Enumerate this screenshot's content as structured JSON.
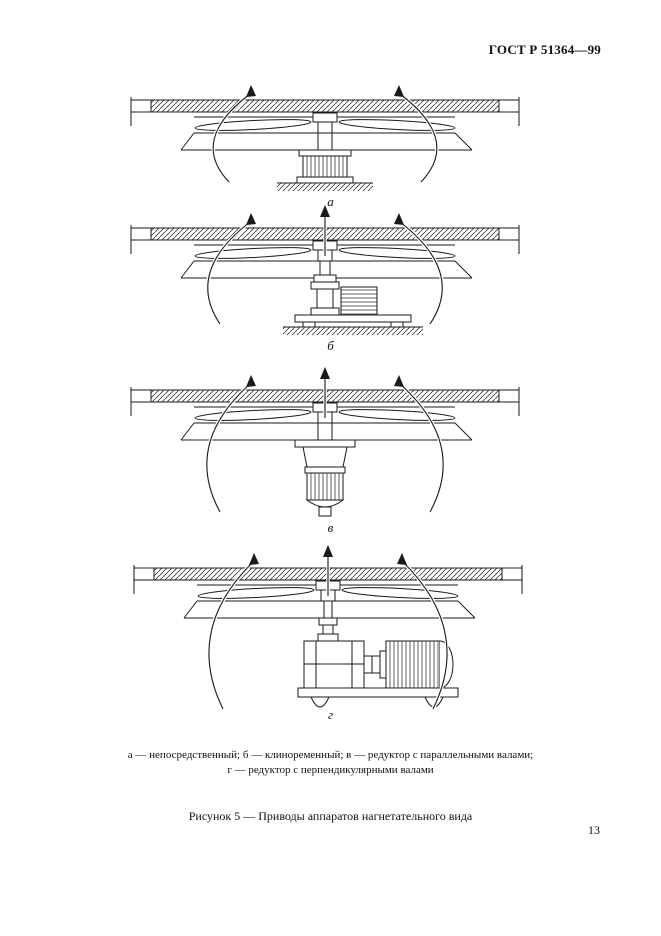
{
  "page": {
    "header": "ГОСТ Р 51364—99",
    "page_number": "13"
  },
  "figure": {
    "diagram_labels": [
      "а",
      "б",
      "в",
      "г"
    ],
    "legend_line1": "а — непосредственный; б — клиноременный; в — редуктор с параллельными валами;",
    "legend_line2": "г — редуктор с перпендикулярными валами",
    "caption": "Рисунок 5 — Приводы аппаратов нагнетательного вида"
  }
}
